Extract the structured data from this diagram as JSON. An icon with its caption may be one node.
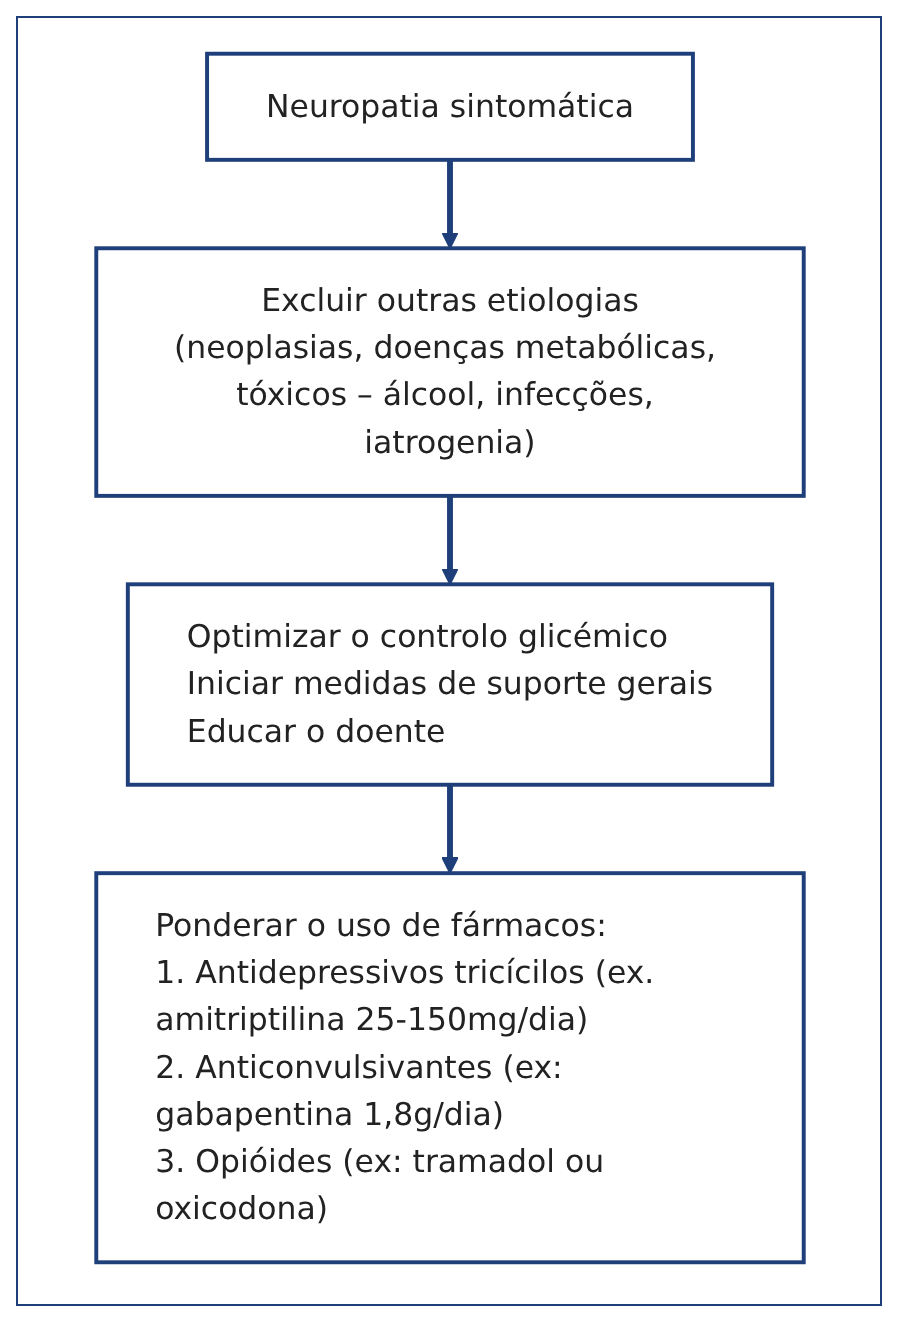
{
  "diagram": {
    "nodes": [
      {
        "text": [
          "Neuropatia sintomática"
        ]
      },
      {
        "text": [
          "Excluir outras etiologias",
          "(neoplasias, doenças metabólicas, tóxicos – álcool, infecções, iatrogenia)"
        ]
      },
      {
        "text": [
          "Optimizar o controlo glicémico",
          "Iniciar medidas de suporte gerais",
          "Educar o doente"
        ]
      },
      {
        "text": [
          "Ponderar o uso de fármacos:",
          "1. Antidepressivos tricícilos (ex. amitriptilina 25-150mg/dia)",
          "2. Anticonvulsivantes (ex: gabapentina 1,8g/dia)",
          "3. Opióides (ex: tramadol ou oxicodona)"
        ]
      }
    ],
    "edges": [
      {
        "from": 0,
        "to": 1,
        "arrow": "to"
      },
      {
        "from": 1,
        "to": 2,
        "arrow": "to"
      },
      {
        "from": 2,
        "to": 3,
        "arrow": "to"
      }
    ]
  }
}
